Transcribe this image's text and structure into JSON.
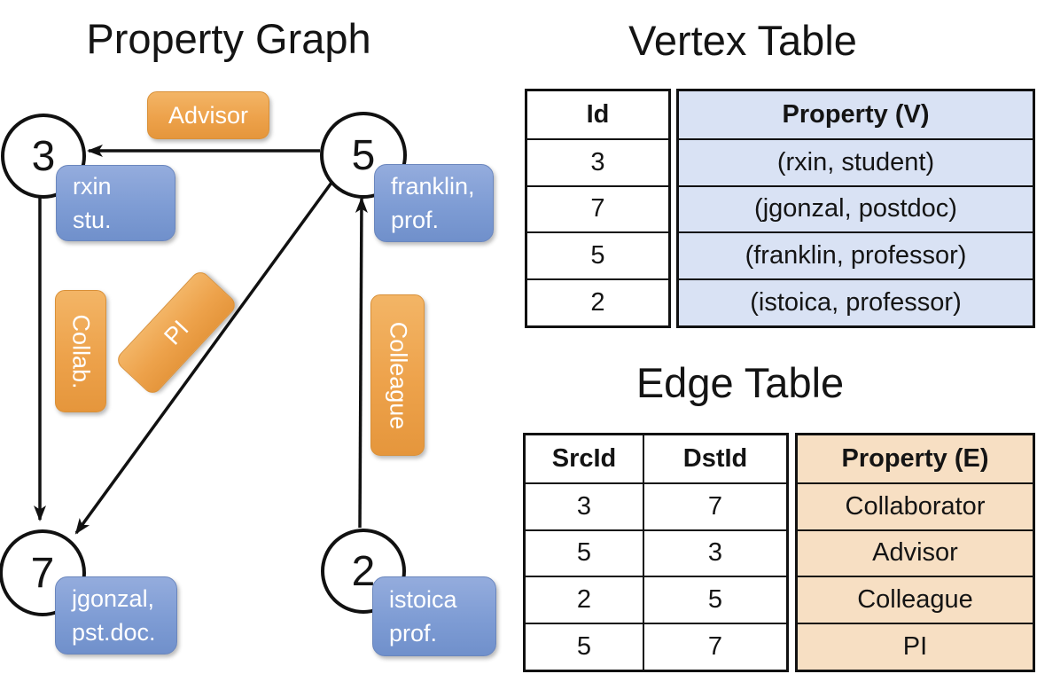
{
  "graph": {
    "title": "Property Graph",
    "nodes": [
      {
        "id": "3",
        "label_line1": "rxin",
        "label_line2": "stu."
      },
      {
        "id": "5",
        "label_line1": "franklin,",
        "label_line2": "prof."
      },
      {
        "id": "7",
        "label_line1": "jgonzal,",
        "label_line2": "pst.doc."
      },
      {
        "id": "2",
        "label_line1": "istoica",
        "label_line2": "prof."
      }
    ],
    "edge_labels": {
      "advisor": "Advisor",
      "collab": "Collab.",
      "pi": "PI",
      "colleague": "Colleague"
    },
    "edges": [
      {
        "src": "5",
        "dst": "3",
        "label": "Advisor"
      },
      {
        "src": "3",
        "dst": "7",
        "label": "Collab."
      },
      {
        "src": "5",
        "dst": "7",
        "label": "PI"
      },
      {
        "src": "2",
        "dst": "5",
        "label": "Colleague"
      }
    ]
  },
  "vertex_table": {
    "title": "Vertex Table",
    "columns": {
      "id": "Id",
      "property": "Property (V)"
    },
    "rows": [
      {
        "id": "3",
        "property": "(rxin, student)"
      },
      {
        "id": "7",
        "property": "(jgonzal, postdoc)"
      },
      {
        "id": "5",
        "property": "(franklin, professor)"
      },
      {
        "id": "2",
        "property": "(istoica, professor)"
      }
    ]
  },
  "edge_table": {
    "title": "Edge Table",
    "columns": {
      "src": "SrcId",
      "dst": "DstId",
      "property": "Property (E)"
    },
    "rows": [
      {
        "src": "3",
        "dst": "7",
        "property": "Collaborator"
      },
      {
        "src": "5",
        "dst": "3",
        "property": "Advisor"
      },
      {
        "src": "2",
        "dst": "5",
        "property": "Colleague"
      },
      {
        "src": "5",
        "dst": "7",
        "property": "PI"
      }
    ]
  },
  "colors": {
    "vertex_box_blue": "#7e9cd4",
    "edge_label_orange": "#eda24b",
    "vertex_property_bg": "#d9e2f4",
    "edge_property_bg": "#f7dfc3",
    "line_black": "#111111"
  }
}
